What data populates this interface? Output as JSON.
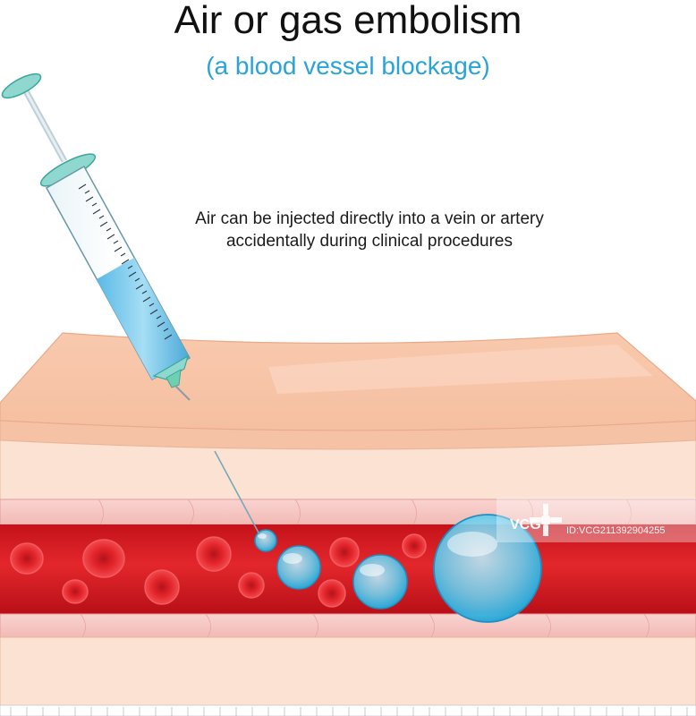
{
  "diagram": {
    "title": "Air or gas embolism",
    "subtitle": "(a blood vessel blockage)",
    "caption_line1": "Air can be injected directly into a vein or artery",
    "caption_line2": "accidentally during clinical procedures"
  },
  "watermark": {
    "brand": "VCG",
    "id": "ID:VCG211392904255"
  },
  "icons": {
    "syringe": "syringe-icon",
    "red_blood_cell": "red-blood-cell-icon",
    "air_bubble": "air-bubble-icon",
    "watermark_logo": "vcg-logo-icon"
  },
  "colors": {
    "subtitle": "#2aa3d8",
    "skin_top": "#f7c6a8",
    "skin_layer": "#fbe0cf",
    "vessel_wall": "#f6c9c6",
    "blood": "#d81b22",
    "red_cell": "#e0262b",
    "bubble": "#4fc3e6",
    "syringe_fluid": "#8fd3f2",
    "syringe_tip": "#6fcfb0"
  }
}
